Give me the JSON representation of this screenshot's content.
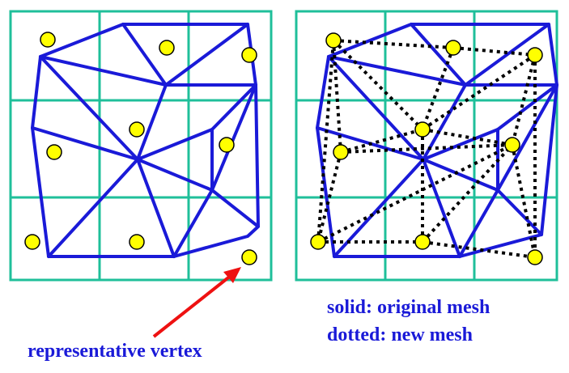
{
  "labels": {
    "representative": "representative vertex",
    "solid": "solid: original mesh",
    "dotted": "dotted: new mesh"
  },
  "colors": {
    "grid": "#1fbf9a",
    "mesh": "#1a1ad8",
    "new_mesh": "#000000",
    "vertex_fill": "#ffff00",
    "arrow": "#ee1111"
  }
}
